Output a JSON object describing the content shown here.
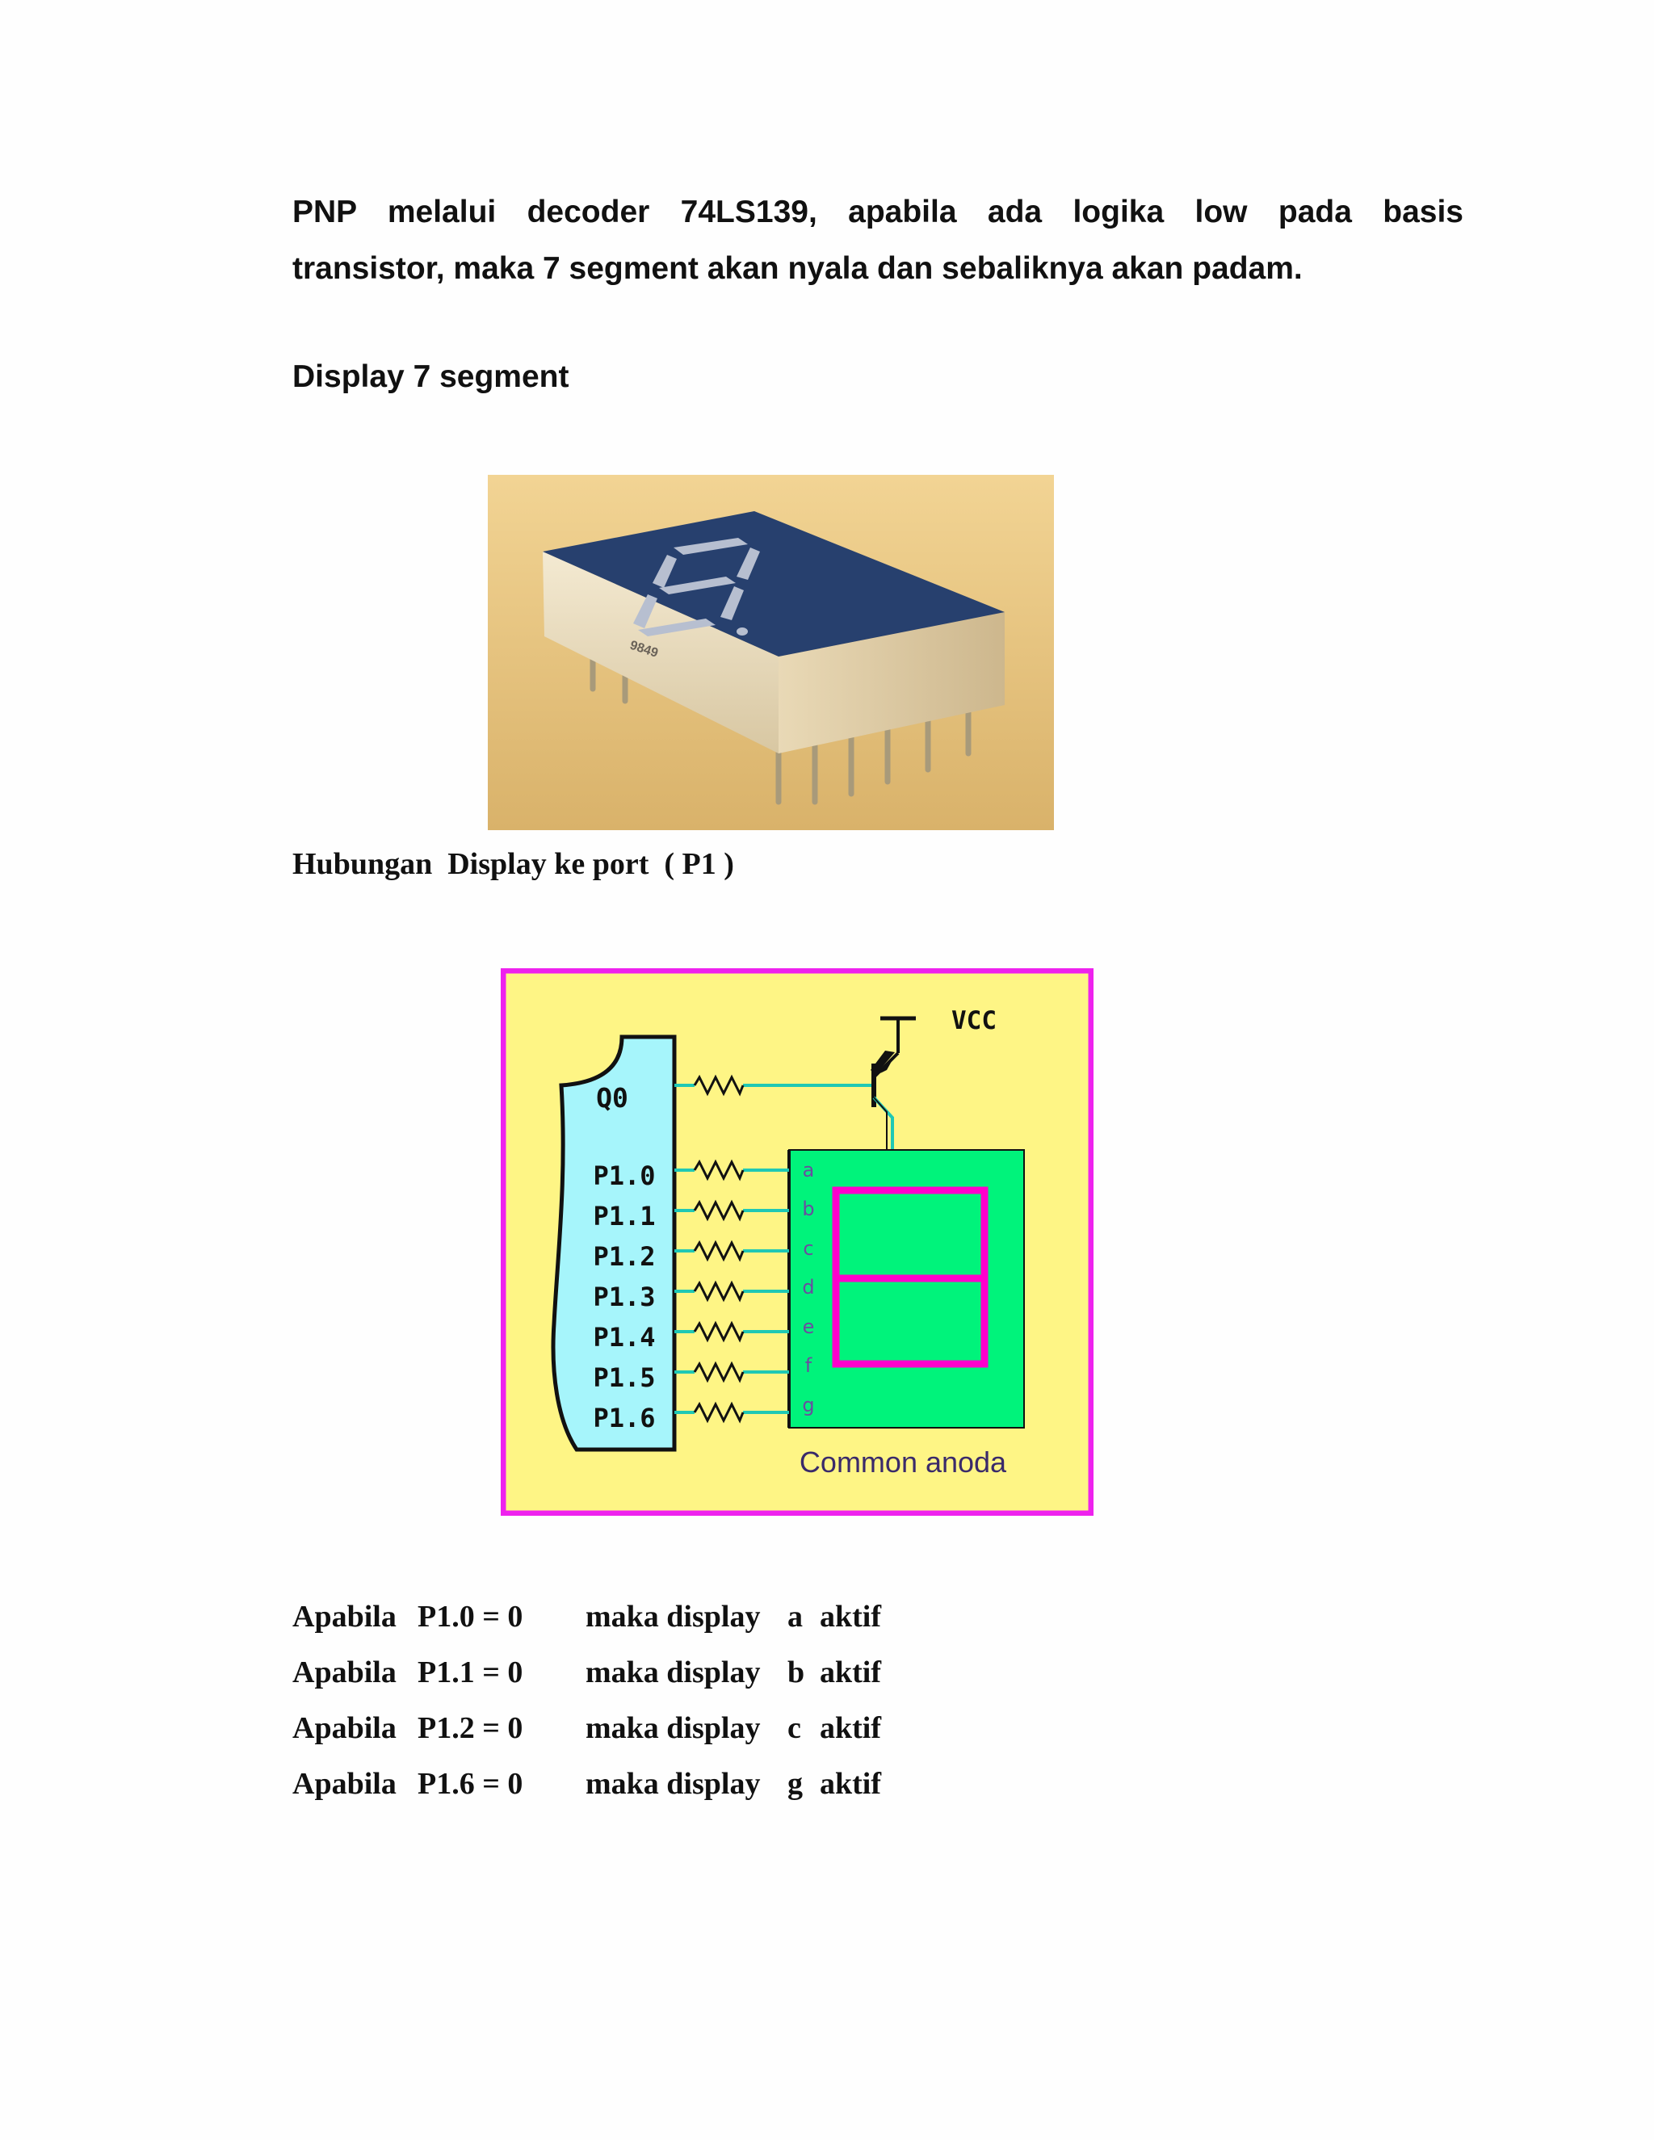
{
  "paragraph": {
    "line1": "PNP melalui decoder 74LS139, apabila ada logika low pada basis",
    "line2": "transistor, maka 7 segment akan nyala dan sebaliknya akan padam."
  },
  "heading": "Display 7 segment",
  "photo": {
    "part_marking": "9849"
  },
  "caption": "Hubungan  Display ke port  ( P1 )",
  "diagram": {
    "vcc_label": "VCC",
    "q0_label": "Q0",
    "ports": [
      "P1.0",
      "P1.1",
      "P1.2",
      "P1.3",
      "P1.4",
      "P1.5",
      "P1.6"
    ],
    "segments": [
      "a",
      "b",
      "c",
      "d",
      "e",
      "f",
      "g"
    ],
    "display_label": "Common anoda",
    "colors": {
      "background": "#fef585",
      "border": "#ee22ee",
      "chip": "#a6f5fb",
      "display": "#00f37b",
      "segment": "#ff00cc",
      "wire": "#20c8b4"
    }
  },
  "rules": [
    {
      "word": "Apabila",
      "port": "P1.0 = 0",
      "action": "maka display",
      "segment": "a",
      "state": "aktif"
    },
    {
      "word": "Apabila",
      "port": "P1.1 = 0",
      "action": "maka display",
      "segment": "b",
      "state": "aktif"
    },
    {
      "word": "Apabila",
      "port": "P1.2 = 0",
      "action": "maka display",
      "segment": "c",
      "state": "aktif"
    },
    {
      "word": "Apabila",
      "port": "P1.6 = 0",
      "action": "maka display",
      "segment": "g",
      "state": "aktif"
    }
  ]
}
